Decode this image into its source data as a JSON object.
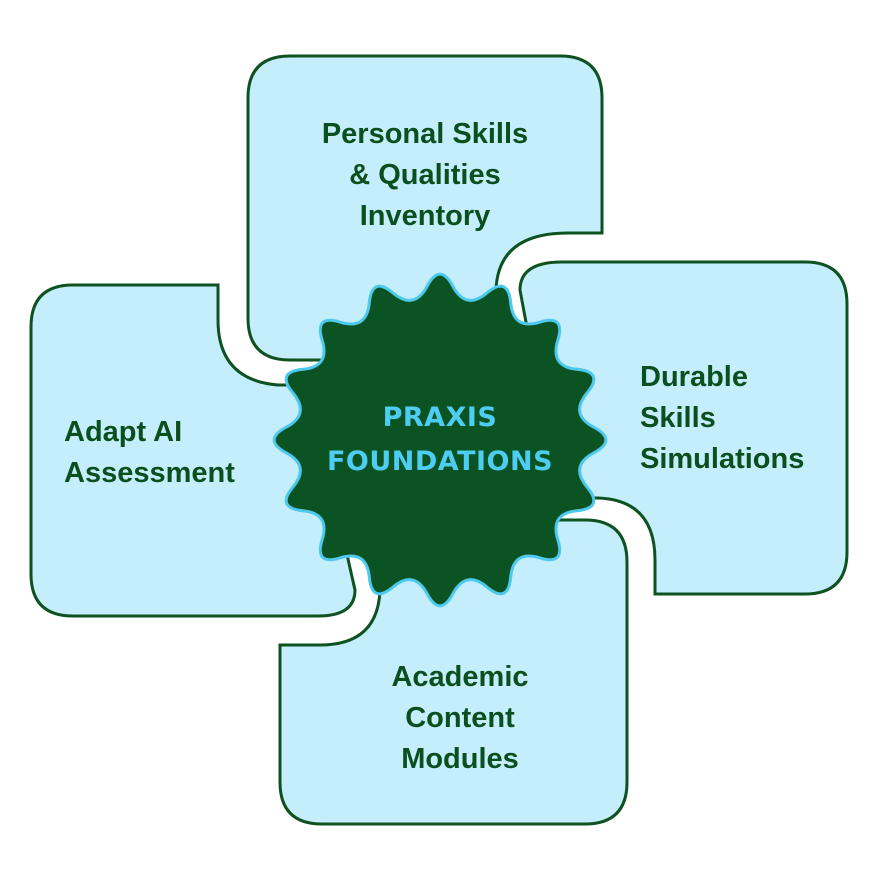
{
  "colors": {
    "tile_fill": "#c5eefc",
    "tile_stroke": "#0f5222",
    "label_color": "#0c4f1e",
    "star_fill": "#0b5322",
    "star_stroke": "#4ec9ee",
    "center_text": "#4ecdf2",
    "background": "#ffffff"
  },
  "center": {
    "line1": "PRAXIS",
    "line2": "FOUNDATIONS"
  },
  "petals": {
    "top": [
      "Personal Skills",
      "& Qualities",
      "Inventory"
    ],
    "right": [
      "Durable",
      "Skills",
      "Simulations"
    ],
    "bottom": [
      "Academic",
      "Content",
      "Modules"
    ],
    "left": [
      "Adapt AI",
      "Assessment"
    ]
  }
}
